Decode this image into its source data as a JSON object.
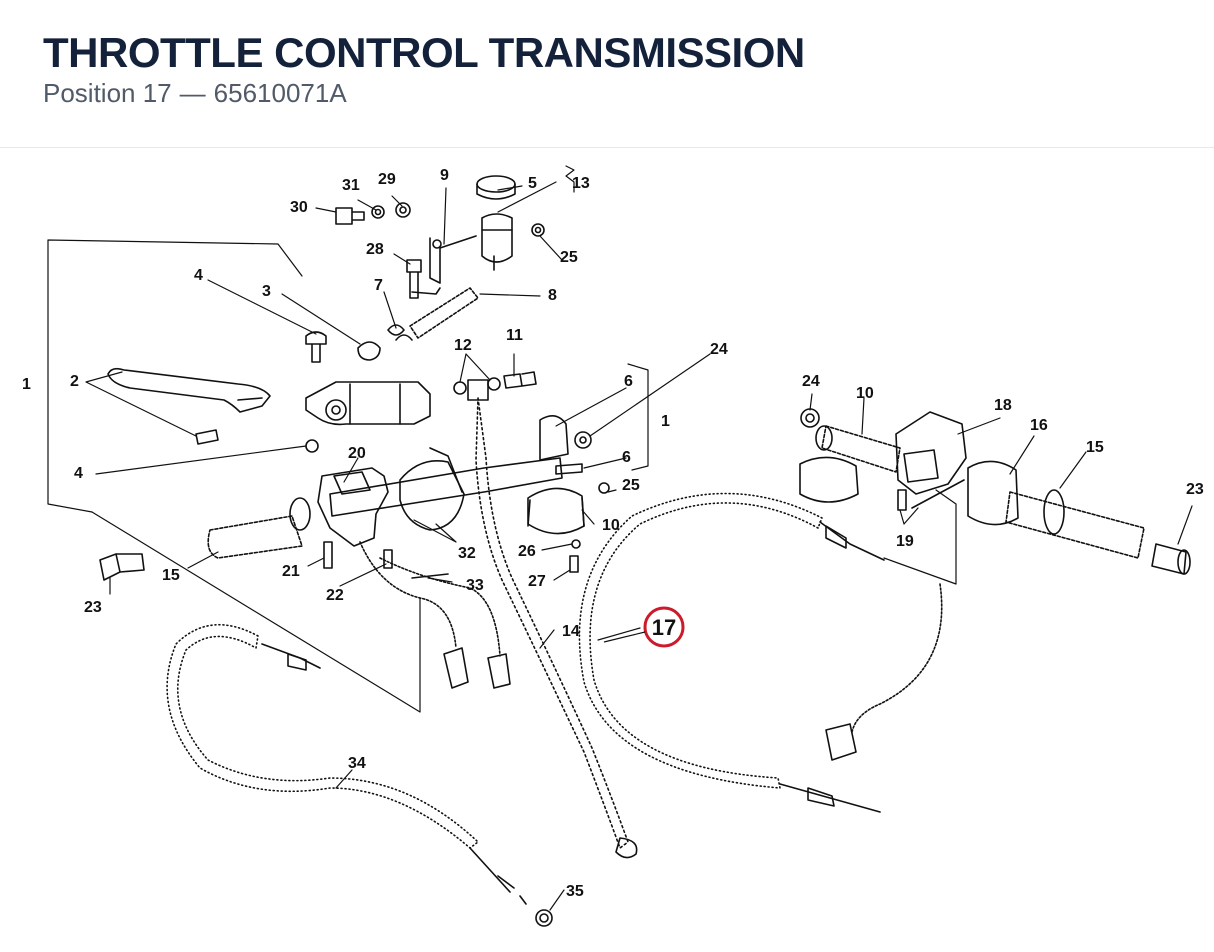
{
  "header": {
    "title": "THROTTLE CONTROL TRANSMISSION",
    "position_label": "Position 17",
    "separator": "—",
    "part_number": "65610071A"
  },
  "diagram": {
    "highlighted_callout": "17",
    "highlight_color": "#cc1b2b",
    "callouts": [
      "1",
      "2",
      "3",
      "4",
      "5",
      "6",
      "7",
      "8",
      "9",
      "10",
      "11",
      "12",
      "13",
      "14",
      "15",
      "16",
      "17",
      "18",
      "19",
      "20",
      "21",
      "22",
      "23",
      "24",
      "25",
      "26",
      "27",
      "28",
      "29",
      "30",
      "31",
      "32",
      "33",
      "34",
      "35"
    ]
  }
}
